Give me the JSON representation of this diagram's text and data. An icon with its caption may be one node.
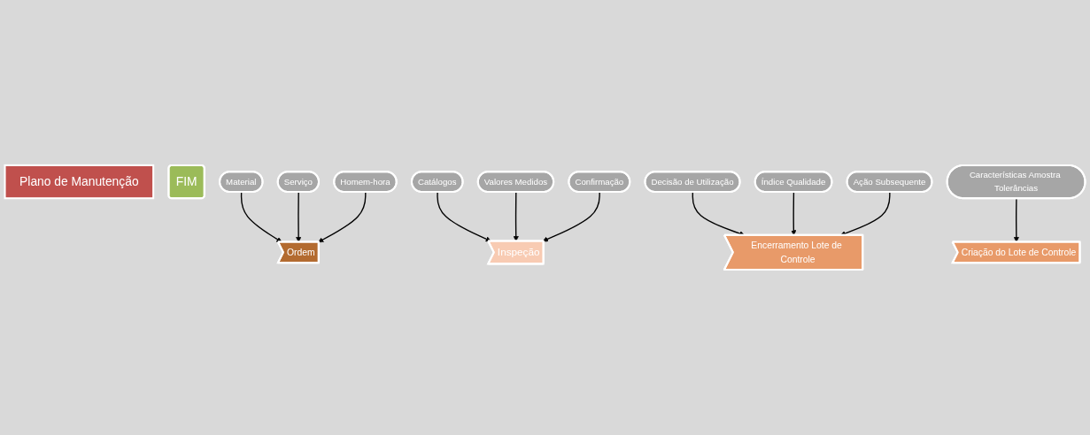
{
  "diagram": {
    "nodes": [
      {
        "text": [
          "Plano de Manutenção"
        ]
      },
      {
        "text": [
          "Ordem"
        ]
      },
      {
        "text": [
          "Criação do Lote de Controle"
        ]
      },
      {
        "text": [
          "Inspeção"
        ]
      },
      {
        "text": [
          "Encerramento Lote de Controle"
        ]
      },
      {
        "text": [
          "FIM"
        ]
      },
      {
        "text": [
          "Material"
        ]
      },
      {
        "text": [
          "Serviço"
        ]
      },
      {
        "text": [
          "Catálogos"
        ]
      },
      {
        "text": [
          "Decisão de Utilização"
        ]
      },
      {
        "text": [
          "Índice Qualidade"
        ]
      },
      {
        "text": [
          "Homem-hora"
        ]
      },
      {
        "text": [
          "Características Amostra Tolerâncias"
        ]
      },
      {
        "text": [
          "Valores Medidos"
        ]
      },
      {
        "text": [
          "Confirmação"
        ]
      },
      {
        "text": [
          "Ação Subsequente"
        ]
      }
    ],
    "edges": [
      {
        "from": 6,
        "to": 1,
        "arrow": "to"
      },
      {
        "from": 7,
        "to": 1,
        "arrow": "to"
      },
      {
        "from": 8,
        "to": 3,
        "arrow": "to"
      },
      {
        "from": 9,
        "to": 4,
        "arrow": "to"
      },
      {
        "from": 10,
        "to": 4,
        "arrow": "to"
      },
      {
        "from": 11,
        "to": 1,
        "arrow": "to"
      },
      {
        "from": 12,
        "to": 2,
        "arrow": "to"
      },
      {
        "from": 13,
        "to": 3,
        "arrow": "to"
      },
      {
        "from": 14,
        "to": 3,
        "arrow": "to"
      },
      {
        "from": 15,
        "to": 4,
        "arrow": "to"
      }
    ]
  }
}
